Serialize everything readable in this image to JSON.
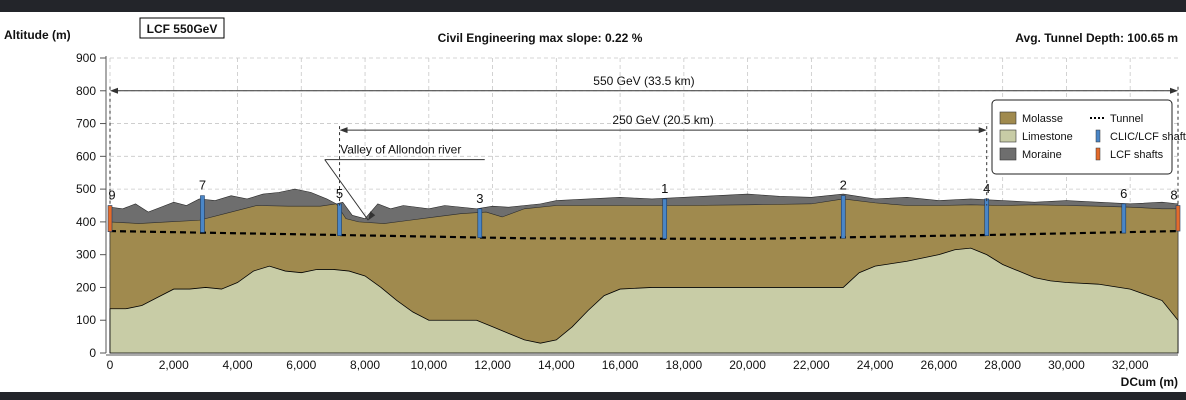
{
  "chart_data": {
    "type": "area",
    "title_box": "LCF 550GeV",
    "subtitle_center": "Civil Engineering max slope: 0.22 %",
    "subtitle_right": "Avg. Tunnel Depth: 100.65 m",
    "ylabel": "Altitude (m)",
    "xlabel": "DCum (m)",
    "xlim": [
      0,
      33500
    ],
    "ylim": [
      0,
      900
    ],
    "x_ticks": [
      0,
      2000,
      4000,
      6000,
      8000,
      10000,
      12000,
      14000,
      16000,
      18000,
      20000,
      22000,
      24000,
      26000,
      28000,
      30000,
      32000
    ],
    "x_tick_labels": [
      "0",
      "2,000",
      "4,000",
      "6,000",
      "8,000",
      "10,000",
      "12,000",
      "14,000",
      "16,000",
      "18,000",
      "20,000",
      "22,000",
      "24,000",
      "26,000",
      "28,000",
      "30,000",
      "32,000"
    ],
    "y_ticks": [
      0,
      100,
      200,
      300,
      400,
      500,
      600,
      700,
      800,
      900
    ],
    "y_tick_labels": [
      "0",
      "100",
      "200",
      "300",
      "400",
      "500",
      "600",
      "700",
      "800",
      "900"
    ],
    "grid": true,
    "legend_position": "top-right",
    "legend": [
      {
        "label": "Molasse",
        "color": "#a08a4e",
        "kind": "patch"
      },
      {
        "label": "Limestone",
        "color": "#c8cca6",
        "kind": "patch"
      },
      {
        "label": "Moraine",
        "color": "#6e6e6e",
        "kind": "patch"
      },
      {
        "label": "Tunnel",
        "color": "#000000",
        "kind": "dotted-line"
      },
      {
        "label": "CLIC/LCF shafts",
        "color": "#4a86c7",
        "kind": "bar"
      },
      {
        "label": "LCF shafts",
        "color": "#e46b2b",
        "kind": "bar"
      }
    ],
    "series": [
      {
        "name": "Moraine",
        "color": "#6e6e6e",
        "x": [
          0,
          400,
          800,
          1200,
          1600,
          2000,
          2400,
          2800,
          3300,
          3800,
          4300,
          4800,
          5300,
          5800,
          6300,
          6800,
          7100,
          7300,
          7600,
          8000,
          8400,
          8800,
          9200,
          9600,
          10000,
          10500,
          11000,
          11500,
          12000,
          12500,
          13000,
          13500,
          14000,
          15000,
          16000,
          17000,
          18000,
          19000,
          20000,
          21000,
          22000,
          23000,
          24000,
          25000,
          26000,
          27000,
          28000,
          29000,
          30000,
          31000,
          32000,
          33000,
          33500
        ],
        "y": [
          445,
          440,
          455,
          430,
          445,
          460,
          450,
          470,
          465,
          480,
          470,
          485,
          490,
          500,
          490,
          470,
          455,
          460,
          420,
          410,
          455,
          440,
          450,
          445,
          440,
          450,
          445,
          440,
          448,
          445,
          450,
          455,
          465,
          470,
          475,
          470,
          475,
          480,
          485,
          478,
          475,
          485,
          470,
          475,
          465,
          470,
          465,
          460,
          465,
          460,
          455,
          460,
          455
        ]
      },
      {
        "name": "Molasse",
        "color": "#a08a4e",
        "x": [
          0,
          900,
          1800,
          2800,
          3800,
          4600,
          5600,
          6600,
          7100,
          7400,
          7800,
          8600,
          9400,
          10200,
          11000,
          11800,
          12300,
          13000,
          14000,
          16000,
          18000,
          20000,
          22000,
          23000,
          24000,
          25000,
          26000,
          27000,
          28000,
          29000,
          30000,
          31000,
          32000,
          33000,
          33500
        ],
        "y": [
          400,
          395,
          400,
          405,
          430,
          450,
          448,
          448,
          455,
          410,
          400,
          395,
          405,
          415,
          425,
          430,
          415,
          440,
          450,
          450,
          450,
          452,
          455,
          470,
          458,
          450,
          450,
          452,
          450,
          452,
          450,
          448,
          445,
          440,
          440
        ]
      },
      {
        "name": "Limestone",
        "color": "#c8cca6",
        "x": [
          0,
          500,
          1000,
          1500,
          2000,
          2500,
          3000,
          3500,
          4000,
          4500,
          5000,
          5500,
          6000,
          6500,
          7000,
          7500,
          8000,
          8500,
          9000,
          9500,
          10000,
          11000,
          11500,
          12000,
          12500,
          13000,
          13500,
          14000,
          14500,
          15000,
          15500,
          16000,
          17000,
          18000,
          19000,
          20000,
          21000,
          22000,
          23000,
          23500,
          24000,
          25000,
          26000,
          26500,
          27000,
          27500,
          28000,
          28500,
          29000,
          29500,
          30000,
          31000,
          32000,
          33000,
          33500
        ],
        "y": [
          135,
          135,
          145,
          170,
          195,
          195,
          200,
          195,
          215,
          250,
          265,
          250,
          245,
          255,
          255,
          250,
          235,
          200,
          160,
          125,
          100,
          100,
          100,
          80,
          60,
          40,
          30,
          40,
          80,
          130,
          175,
          195,
          200,
          200,
          200,
          200,
          200,
          200,
          200,
          245,
          265,
          280,
          300,
          315,
          320,
          300,
          270,
          250,
          230,
          220,
          215,
          210,
          195,
          160,
          100
        ]
      },
      {
        "name": "Tunnel",
        "color": "#000000",
        "x": [
          0,
          7200,
          13000,
          20000,
          27500,
          33500
        ],
        "y": [
          372,
          360,
          350,
          348,
          360,
          372
        ]
      }
    ],
    "shafts": [
      {
        "label": "9",
        "x": 0,
        "top": 450,
        "bottom": 370,
        "type": "LCF"
      },
      {
        "label": "7",
        "x": 2900,
        "top": 480,
        "bottom": 368,
        "type": "CLIC/LCF"
      },
      {
        "label": "5",
        "x": 7200,
        "top": 455,
        "bottom": 358,
        "type": "CLIC/LCF"
      },
      {
        "label": "3",
        "x": 11600,
        "top": 440,
        "bottom": 352,
        "type": "CLIC/LCF"
      },
      {
        "label": "1",
        "x": 17400,
        "top": 470,
        "bottom": 349,
        "type": "CLIC/LCF"
      },
      {
        "label": "2",
        "x": 23000,
        "top": 480,
        "bottom": 350,
        "type": "CLIC/LCF"
      },
      {
        "label": "4",
        "x": 27500,
        "top": 470,
        "bottom": 358,
        "type": "CLIC/LCF"
      },
      {
        "label": "6",
        "x": 31800,
        "top": 455,
        "bottom": 366,
        "type": "CLIC/LCF"
      },
      {
        "label": "8",
        "x": 33500,
        "top": 450,
        "bottom": 372,
        "type": "LCF"
      }
    ],
    "annotations": [
      {
        "text": "550 GeV (33.5 km)",
        "x_start": 0,
        "x_end": 33500,
        "y": 800
      },
      {
        "text": "250 GeV (20.5 km)",
        "x_start": 7200,
        "x_end": 27500,
        "y": 680
      },
      {
        "text": "Valley of Allondon river",
        "x": 10500,
        "y": 590,
        "arrow_to_x": 8100,
        "arrow_to_y": 405
      }
    ]
  }
}
